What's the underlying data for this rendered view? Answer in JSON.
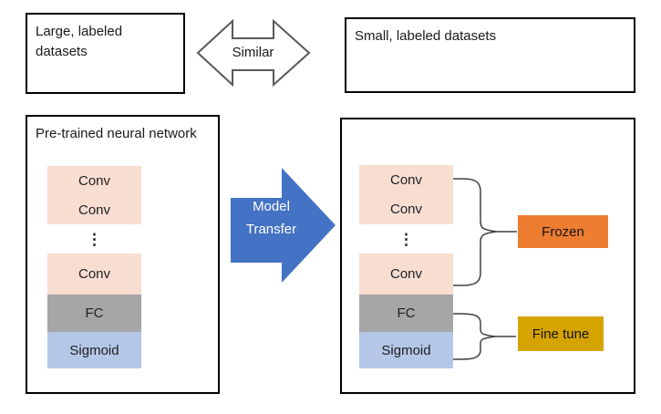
{
  "top_left_box": {
    "text": "Large, labeled datasets"
  },
  "top_right_box": {
    "text": "Small, labeled datasets"
  },
  "similar_arrow": {
    "label": "Similar"
  },
  "model_transfer_arrow": {
    "label_line1": "Model",
    "label_line2": "Transfer"
  },
  "pretrained_box": {
    "title": "Pre-trained neural network"
  },
  "layers": {
    "conv_label": "Conv",
    "ellipsis": "⋮",
    "fc_label": "FC",
    "sigmoid_label": "Sigmoid"
  },
  "annotations": {
    "frozen_label": "Frozen",
    "fine_tune_label": "Fine tune"
  },
  "colors": {
    "conv_fill": "#F8DDD1",
    "fc_fill": "#A6A6A6",
    "sigmoid_fill": "#B4C7E7",
    "transfer_arrow_fill": "#4472C4",
    "frozen_fill": "#ED7D31",
    "fine_tune_fill": "#D6A400",
    "similar_arrow_outline": "#595959",
    "box_border": "#000000",
    "brace_stroke": "#404040"
  }
}
